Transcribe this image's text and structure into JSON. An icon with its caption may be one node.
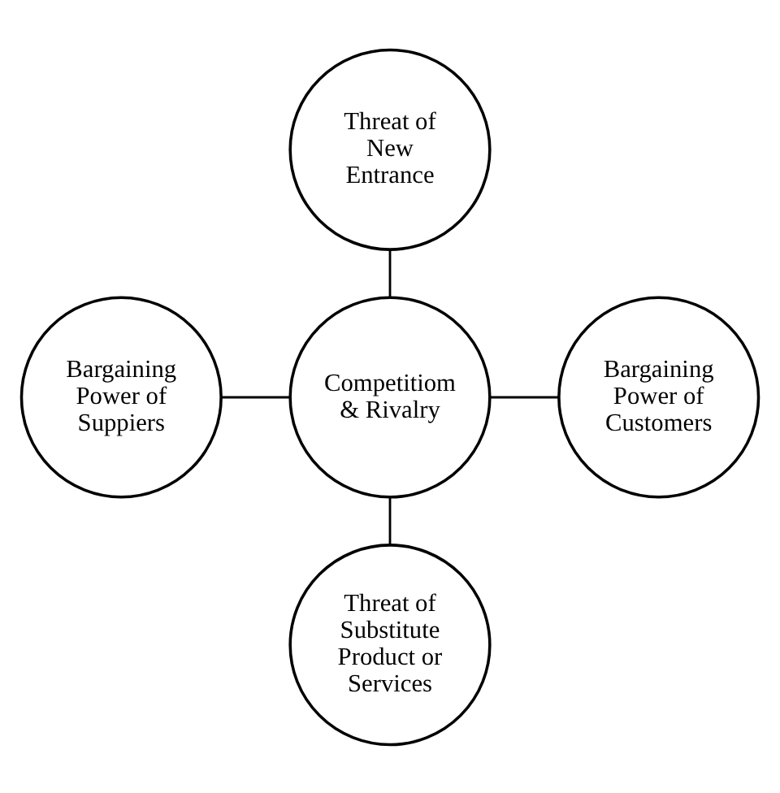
{
  "diagram": {
    "nodes": [
      {
        "text": [
          "Threat of New Entrance"
        ]
      },
      {
        "text": [
          "Bargaining Power of Suppiers"
        ]
      },
      {
        "text": [
          "Competitiom & Rivalry"
        ]
      },
      {
        "text": [
          "Bargaining Power of Customers"
        ]
      },
      {
        "text": [
          "Threat of Substitute Product or Services"
        ]
      }
    ],
    "edges": [
      {
        "from": 0,
        "to": 2,
        "arrow": "none"
      },
      {
        "from": 1,
        "to": 2,
        "arrow": "none"
      },
      {
        "from": 2,
        "to": 3,
        "arrow": "none"
      },
      {
        "from": 2,
        "to": 4,
        "arrow": "none"
      }
    ]
  }
}
